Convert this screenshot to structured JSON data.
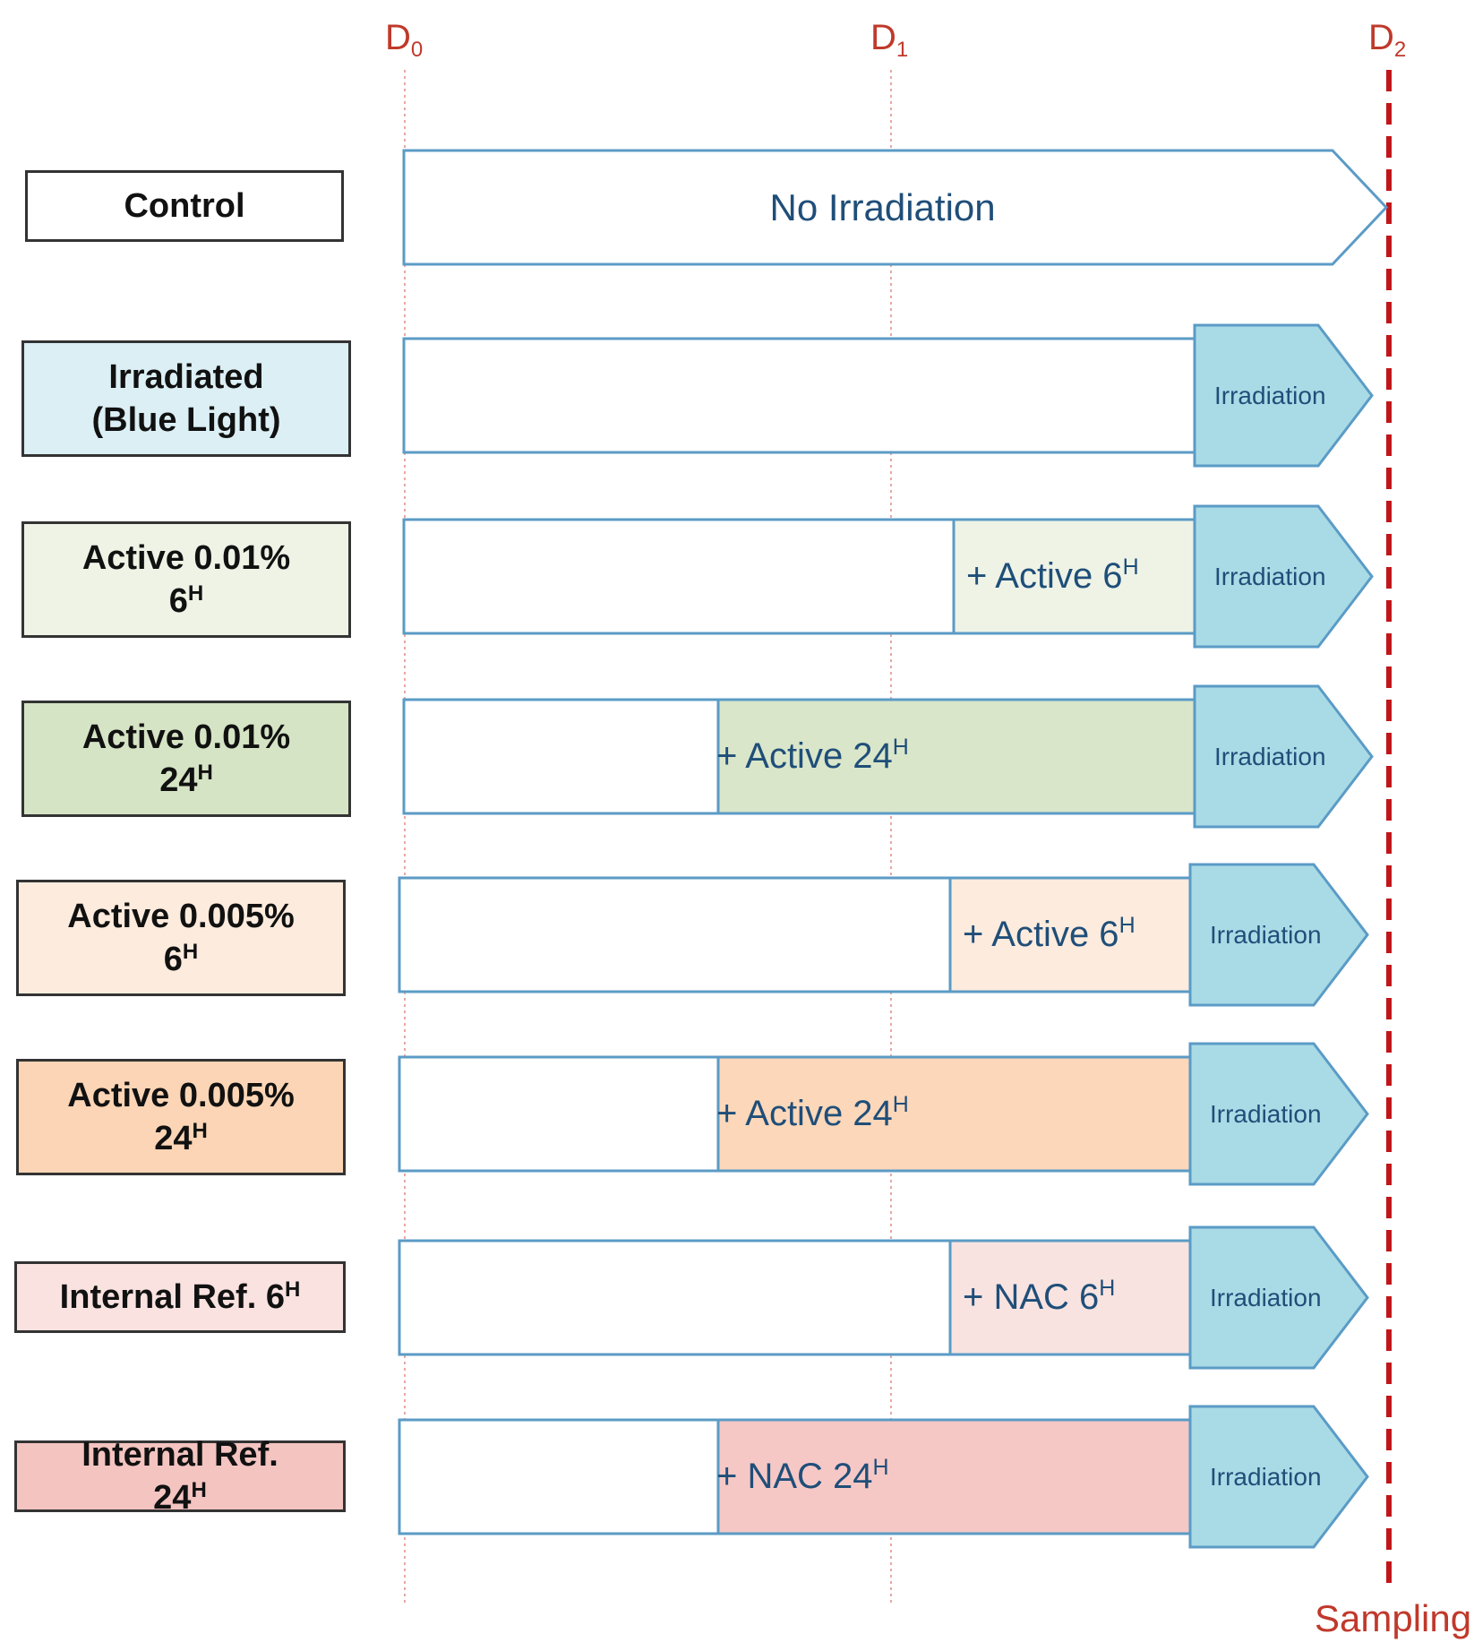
{
  "timeline": {
    "markers": [
      {
        "name": "D0",
        "base": "D",
        "sub": "0"
      },
      {
        "name": "D1",
        "base": "D",
        "sub": "1"
      },
      {
        "name": "D2",
        "base": "D",
        "sub": "2"
      }
    ],
    "sampling_label": "Sampling"
  },
  "groups": [
    {
      "id": "control",
      "lines": [
        {
          "text": "Control",
          "sup": ""
        }
      ],
      "color": "#ffffff",
      "bar": {
        "type": "no-irradiation",
        "label": "No Irradiation"
      }
    },
    {
      "id": "irradiated",
      "lines": [
        {
          "text": "Irradiated",
          "sup": ""
        },
        {
          "text": "(Blue Light)",
          "sup": ""
        }
      ],
      "color": "#dbeff4",
      "bar": {
        "type": "treated",
        "treatment": "",
        "treatment_sup": "",
        "treatment_color": "",
        "irradiation_label": "Irradiation"
      }
    },
    {
      "id": "active-001-6h",
      "lines": [
        {
          "text": "Active 0.01%",
          "sup": ""
        },
        {
          "text": "6",
          "sup": "H"
        }
      ],
      "color": "#eef3e6",
      "bar": {
        "type": "treated",
        "treatment": "+ Active 6",
        "treatment_sup": "H",
        "treatment_color": "#eef3e6",
        "irradiation_label": "Irradiation"
      }
    },
    {
      "id": "active-001-24h",
      "lines": [
        {
          "text": "Active 0.01%",
          "sup": ""
        },
        {
          "text": "24",
          "sup": "H"
        }
      ],
      "color": "#d5e4c4",
      "bar": {
        "type": "treated",
        "treatment": "+ Active 24",
        "treatment_sup": "H",
        "treatment_color": "#d9e6c9",
        "irradiation_label": "Irradiation"
      }
    },
    {
      "id": "active-0005-6h",
      "lines": [
        {
          "text": "Active 0.005%",
          "sup": ""
        },
        {
          "text": "6",
          "sup": "H"
        }
      ],
      "color": "#fdebdd",
      "bar": {
        "type": "treated",
        "treatment": "+ Active 6",
        "treatment_sup": "H",
        "treatment_color": "#fdebdd",
        "irradiation_label": "Irradiation"
      }
    },
    {
      "id": "active-0005-24h",
      "lines": [
        {
          "text": "Active 0.005%",
          "sup": ""
        },
        {
          "text": "24",
          "sup": "H"
        }
      ],
      "color": "#fbd5b5",
      "bar": {
        "type": "treated",
        "treatment": "+ Active 24",
        "treatment_sup": "H",
        "treatment_color": "#fcd7b9",
        "irradiation_label": "Irradiation"
      }
    },
    {
      "id": "internal-ref-6h",
      "lines": [
        {
          "text": "Internal Ref. 6",
          "sup": "H"
        }
      ],
      "color": "#f9e2df",
      "bar": {
        "type": "treated",
        "treatment": "+ NAC 6",
        "treatment_sup": "H",
        "treatment_color": "#f8e3e0",
        "irradiation_label": "Irradiation"
      }
    },
    {
      "id": "internal-ref-24h",
      "lines": [
        {
          "text": "Internal Ref.",
          "sup": ""
        },
        {
          "text": "24",
          "sup": "H"
        }
      ],
      "color": "#f4c4c1",
      "bar": {
        "type": "treated",
        "treatment": "+ NAC 24",
        "treatment_sup": "H",
        "treatment_color": "#f5c8c6",
        "irradiation_label": "Irradiation"
      }
    }
  ],
  "colors": {
    "bar_outline": "#5b9bc6",
    "irradiation_fill": "#a9dbe6",
    "marker_red": "#c0392b",
    "sampling_line": "#c0161a"
  }
}
